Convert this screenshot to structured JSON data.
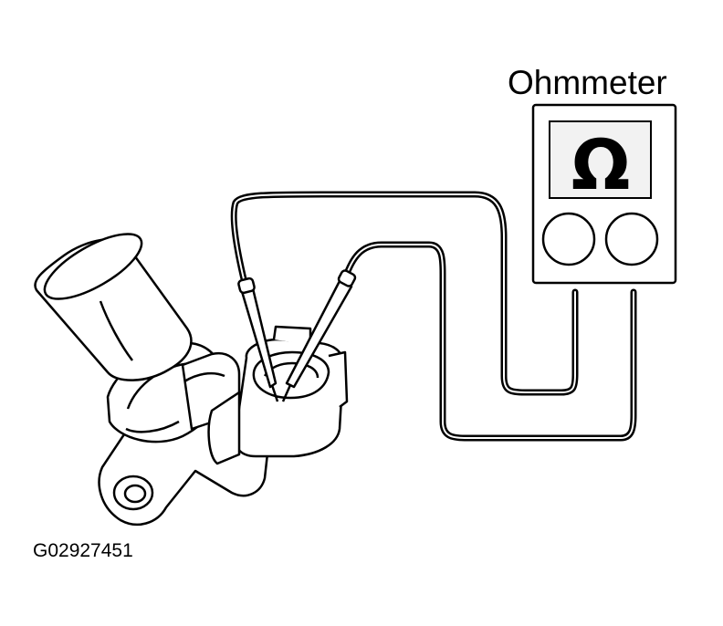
{
  "meter": {
    "label": "Ohmmeter",
    "symbol": "Ω"
  },
  "figure": {
    "code": "G02927451"
  },
  "colors": {
    "stroke": "#000000",
    "fill": "#ffffff",
    "screen": "#f2f2f2"
  }
}
